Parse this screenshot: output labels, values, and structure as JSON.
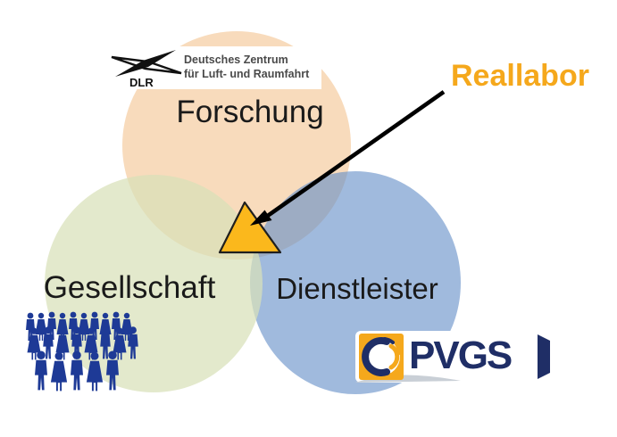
{
  "diagram": {
    "type": "venn",
    "annotation": {
      "label": "Reallabor",
      "color": "#f5a81c",
      "points_to": "center-triangle"
    },
    "circles": [
      {
        "id": "forschung",
        "label": "Forschung",
        "color": "#f8dbbc"
      },
      {
        "id": "gesellschaft",
        "label": "Gesellschaft",
        "color": "#e4e9ce"
      },
      {
        "id": "dienstleister",
        "label": "Dienstleister",
        "color": "#9fbadc"
      }
    ],
    "center_marker": {
      "shape": "triangle",
      "fill": "#fbb81c"
    }
  },
  "dlr_logo": {
    "abbr": "DLR",
    "name_line1": "Deutsches Zentrum",
    "name_line2": "für Luft- und Raumfahrt"
  },
  "pvgs_logo": {
    "text": "PVGS",
    "navy": "#1f2e66",
    "gold": "#f5a81c"
  },
  "people_graphic": {
    "description": "crowd of people silhouettes",
    "color": "#1e3a96"
  }
}
